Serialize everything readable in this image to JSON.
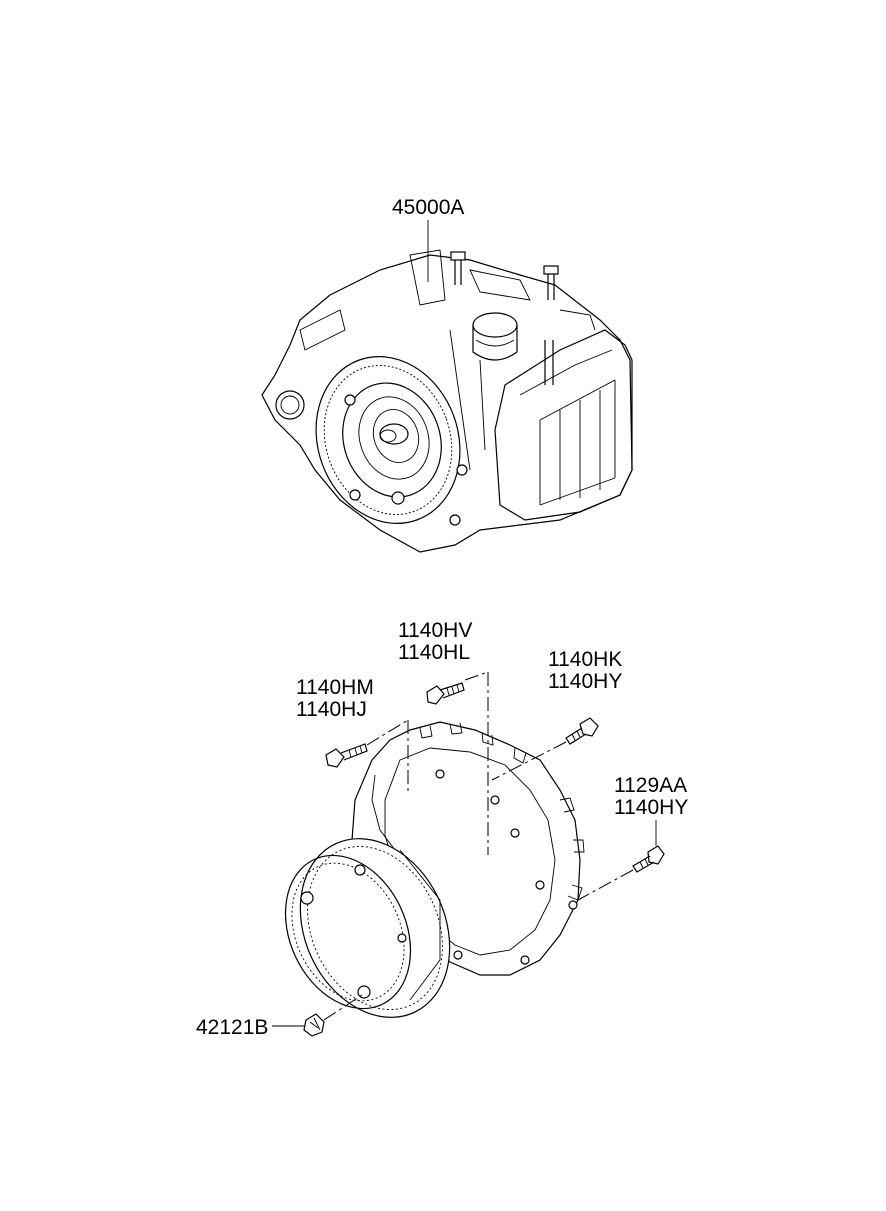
{
  "parts": {
    "transaxle": "45000A",
    "bolt_a_line1": "1140HV",
    "bolt_a_line2": "1140HL",
    "bolt_b_line1": "1140HK",
    "bolt_b_line2": "1140HY",
    "bolt_c_line1": "1140HM",
    "bolt_c_line2": "1140HJ",
    "bolt_d_line1": "1129AA",
    "bolt_d_line2": "1140HY",
    "nut": "42121B"
  }
}
